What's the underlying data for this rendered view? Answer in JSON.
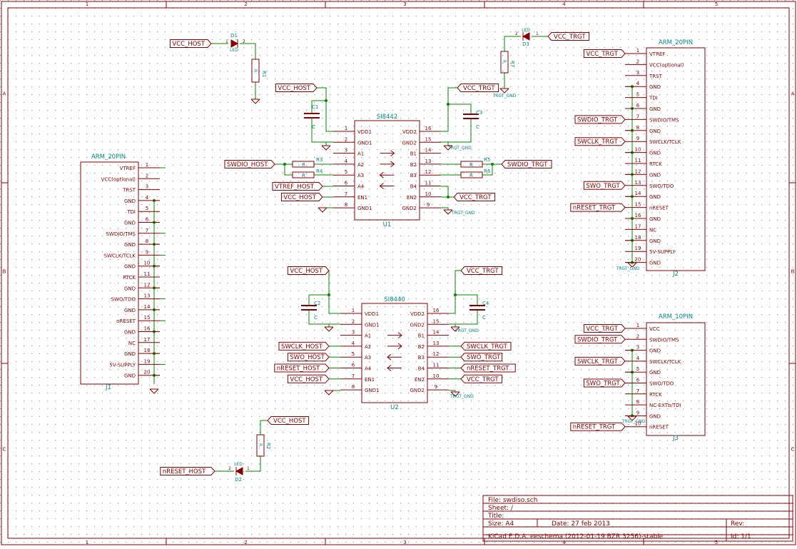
{
  "frame": {
    "columns": [
      "1",
      "2",
      "3",
      "4",
      "5"
    ],
    "rows": [
      "A",
      "B",
      "C"
    ]
  },
  "colors": {
    "border": "#880000",
    "wire": "#008800",
    "pin_text": "#880000",
    "ref_text": "#008888",
    "grid": "#9a9a9a"
  },
  "title_block": {
    "file": "File: swdiso.sch",
    "sheet": "Sheet: /",
    "title": "Title:",
    "size": "Size: A4",
    "date": "Date: 27 feb 2013",
    "rev": "Rev:",
    "tool": "KiCad E.D.A.  eeschema (2012-01-19 BZR 3256)-stable",
    "id": "Id: 1/1"
  },
  "connectors": {
    "j1": {
      "title": "ARM_20PIN",
      "ref": "J1",
      "pins": [
        {
          "num": "1",
          "name": "VTREF",
          "net": "VTREF_HOST"
        },
        {
          "num": "2",
          "name": "VCC(optional)",
          "net": ""
        },
        {
          "num": "3",
          "name": "TRST",
          "net": ""
        },
        {
          "num": "4",
          "name": "GND",
          "net": ""
        },
        {
          "num": "5",
          "name": "TDI",
          "net": ""
        },
        {
          "num": "6",
          "name": "GND",
          "net": ""
        },
        {
          "num": "7",
          "name": "SWDIO/TMS",
          "net": "SWDIO_HOST"
        },
        {
          "num": "8",
          "name": "GND",
          "net": ""
        },
        {
          "num": "9",
          "name": "SWCLK/TCLK",
          "net": "SWCLK_HOST"
        },
        {
          "num": "10",
          "name": "GND",
          "net": ""
        },
        {
          "num": "11",
          "name": "RTCK",
          "net": ""
        },
        {
          "num": "12",
          "name": "GND",
          "net": ""
        },
        {
          "num": "13",
          "name": "SWO/TDO",
          "net": "SWO_HOST"
        },
        {
          "num": "14",
          "name": "GND",
          "net": ""
        },
        {
          "num": "15",
          "name": "nRESET",
          "net": "nRESET_HOST"
        },
        {
          "num": "16",
          "name": "GND",
          "net": ""
        },
        {
          "num": "17",
          "name": "NC",
          "net": ""
        },
        {
          "num": "18",
          "name": "GND",
          "net": ""
        },
        {
          "num": "19",
          "name": "5V-SUPPLY",
          "net": "VCC_HOST"
        },
        {
          "num": "20",
          "name": "GND",
          "net": ""
        }
      ]
    },
    "j2": {
      "title": "ARM_20PIN",
      "ref": "J2",
      "pins": [
        {
          "num": "1",
          "name": "VTREF",
          "net": "VCC_TRGT"
        },
        {
          "num": "2",
          "name": "VCC(optional)",
          "net": ""
        },
        {
          "num": "3",
          "name": "TRST",
          "net": ""
        },
        {
          "num": "4",
          "name": "GND",
          "net": ""
        },
        {
          "num": "5",
          "name": "TDI",
          "net": ""
        },
        {
          "num": "6",
          "name": "GND",
          "net": ""
        },
        {
          "num": "7",
          "name": "SWDIO/TMS",
          "net": "SWDIO_TRGT"
        },
        {
          "num": "8",
          "name": "GND",
          "net": ""
        },
        {
          "num": "9",
          "name": "SWCLK/TCLK",
          "net": "SWCLK_TRGT"
        },
        {
          "num": "10",
          "name": "GND",
          "net": ""
        },
        {
          "num": "11",
          "name": "RTCK",
          "net": ""
        },
        {
          "num": "12",
          "name": "GND",
          "net": ""
        },
        {
          "num": "13",
          "name": "SWO/TDO",
          "net": "SWO_TRGT"
        },
        {
          "num": "14",
          "name": "GND",
          "net": ""
        },
        {
          "num": "15",
          "name": "nRESET",
          "net": "nRESET_TRGT"
        },
        {
          "num": "16",
          "name": "GND",
          "net": ""
        },
        {
          "num": "17",
          "name": "NC",
          "net": ""
        },
        {
          "num": "18",
          "name": "GND",
          "net": ""
        },
        {
          "num": "19",
          "name": "5V-SUPPLY",
          "net": ""
        },
        {
          "num": "20",
          "name": "GND",
          "net": ""
        }
      ],
      "gnd_label": "TRGT_GND"
    },
    "j3": {
      "title": "ARM_10PIN",
      "ref": "J3",
      "pins": [
        {
          "num": "1",
          "name": "VCC",
          "net": "VCC_TRGT"
        },
        {
          "num": "2",
          "name": "SWDIO/TMS",
          "net": "SWDIO_TRGT"
        },
        {
          "num": "3",
          "name": "GND",
          "net": ""
        },
        {
          "num": "4",
          "name": "SWCLK/TCLK",
          "net": "SWCLK_TRGT"
        },
        {
          "num": "5",
          "name": "GND",
          "net": ""
        },
        {
          "num": "6",
          "name": "SWO/TDO",
          "net": "SWO_TRGT"
        },
        {
          "num": "7",
          "name": "RTCK",
          "net": ""
        },
        {
          "num": "8",
          "name": "NC-EXTb/TDI",
          "net": ""
        },
        {
          "num": "9",
          "name": "GND",
          "net": ""
        },
        {
          "num": "10",
          "name": "nRESET",
          "net": "nRESET_TRGT"
        }
      ],
      "gnd_label": "TRGT_GND"
    }
  },
  "ics": {
    "u1": {
      "part": "SI8442",
      "ref": "U1",
      "left_pins": [
        {
          "num": "1",
          "name": "VDD1",
          "net": "VCC_HOST"
        },
        {
          "num": "2",
          "name": "GND1",
          "net": ""
        },
        {
          "num": "3",
          "name": "A1",
          "net": ""
        },
        {
          "num": "4",
          "name": "A2",
          "net": "SWDIO_HOST"
        },
        {
          "num": "5",
          "name": "A3",
          "net": ""
        },
        {
          "num": "6",
          "name": "A4",
          "net": "VTREF_HOST"
        },
        {
          "num": "7",
          "name": "EN1",
          "net": "VCC_HOST"
        },
        {
          "num": "8",
          "name": "GND1",
          "net": ""
        }
      ],
      "right_pins": [
        {
          "num": "16",
          "name": "VDD2",
          "net": "VCC_TRGT"
        },
        {
          "num": "15",
          "name": "GND2",
          "net": ""
        },
        {
          "num": "14",
          "name": "B1",
          "net": ""
        },
        {
          "num": "13",
          "name": "B2",
          "net": "SWDIO_TRGT"
        },
        {
          "num": "12",
          "name": "B3",
          "net": ""
        },
        {
          "num": "11",
          "name": "B4",
          "net": ""
        },
        {
          "num": "10",
          "name": "EN2",
          "net": "VCC_TRGT"
        },
        {
          "num": "9",
          "name": "GND2",
          "net": ""
        }
      ],
      "gnd_label": "TRGT_GND"
    },
    "u2": {
      "part": "SI8440",
      "ref": "U2",
      "left_pins": [
        {
          "num": "1",
          "name": "VDD1",
          "net": "VCC_HOST"
        },
        {
          "num": "2",
          "name": "GND1",
          "net": ""
        },
        {
          "num": "3",
          "name": "A1",
          "net": ""
        },
        {
          "num": "4",
          "name": "A2",
          "net": "SWCLK_HOST"
        },
        {
          "num": "5",
          "name": "A3",
          "net": "SWO_HOST"
        },
        {
          "num": "6",
          "name": "A4",
          "net": "nRESET_HOST"
        },
        {
          "num": "7",
          "name": "EN1",
          "net": "VCC_HOST"
        },
        {
          "num": "8",
          "name": "GND1",
          "net": ""
        }
      ],
      "right_pins": [
        {
          "num": "16",
          "name": "VDD2",
          "net": "VCC_TRGT"
        },
        {
          "num": "15",
          "name": "GND2",
          "net": ""
        },
        {
          "num": "14",
          "name": "B1",
          "net": ""
        },
        {
          "num": "13",
          "name": "B2",
          "net": "SWCLK_TRGT"
        },
        {
          "num": "12",
          "name": "B3",
          "net": "SWO_TRGT"
        },
        {
          "num": "11",
          "name": "B4",
          "net": "nRESET_TRGT"
        },
        {
          "num": "10",
          "name": "EN2",
          "net": "VCC_TRGT"
        },
        {
          "num": "9",
          "name": "GND2",
          "net": ""
        }
      ],
      "gnd_label": "TRGT_GND"
    }
  },
  "passives": {
    "c1": {
      "ref": "C1",
      "value": "C"
    },
    "c2": {
      "ref": "C2",
      "value": "C"
    },
    "c3": {
      "ref": "C3",
      "value": "C"
    },
    "c4": {
      "ref": "C4",
      "value": "C"
    },
    "r1": {
      "ref": "R1",
      "value": "R"
    },
    "r2": {
      "ref": "R2",
      "value": "R"
    },
    "r3": {
      "ref": "R3",
      "value": "R"
    },
    "r4": {
      "ref": "R4",
      "value": "R"
    },
    "r5": {
      "ref": "R5",
      "value": "R"
    },
    "r6": {
      "ref": "R6",
      "value": "R"
    },
    "r7": {
      "ref": "R7",
      "value": "R"
    },
    "d1": {
      "ref": "D1",
      "value": "LED"
    },
    "d2": {
      "ref": "D2",
      "value": "LED"
    },
    "d3": {
      "ref": "D3",
      "value": "LED"
    },
    "d1_pin1": "1",
    "d1_pin2": "2",
    "d3_pin1": "1",
    "d3_pin2": "2",
    "d2_pin1": "1",
    "d2_pin2": "2"
  },
  "net_labels": {
    "d1_vcc": "VCC_HOST",
    "d3_vcc": "VCC_TRGT",
    "d2_vcc": "VCC_HOST",
    "d2_nreset": "nRESET_HOST",
    "r7_gnd": "TRGT_GND",
    "u1_vcc_left": "VCC_HOST",
    "u1_vcc_right": "VCC_TRGT",
    "u2_vcc_left": "VCC_HOST",
    "u2_vcc_right": "VCC_TRGT",
    "u1_swdio_right": "SWDIO_TRGT",
    "u1_en2": "VCC_TRGT"
  }
}
